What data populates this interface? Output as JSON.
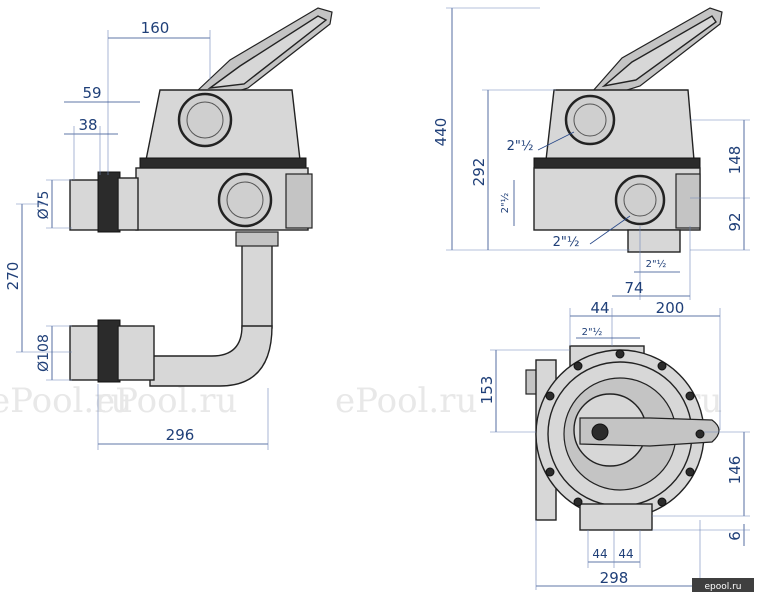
{
  "watermark": {
    "text": "ePool.ru",
    "brand": "epool.ru"
  },
  "side_view": {
    "dim_handle": "160",
    "dim_upper_port": "59",
    "dim_union": "38",
    "dim_top_diameter": "Ø75",
    "dim_vertical_spacing": "270",
    "dim_bottom_diameter": "Ø108",
    "dim_length": "296"
  },
  "front_view": {
    "dim_total_height": "440",
    "dim_port_height": "292",
    "label_upper_port": "2\"½",
    "label_side_port": "2\"½",
    "label_lower_port": "2\"½",
    "label_bottom_port": "2\"½",
    "dim_top_right": "148",
    "dim_bottom_right": "92",
    "dim_offset": "74"
  },
  "top_view": {
    "dim_left_offset": "44",
    "dim_right_width": "200",
    "label_port": "2\"½",
    "dim_left_height": "153",
    "dim_right_height": "146",
    "dim_bottom_gap": "6",
    "dim_bottom_left": "44",
    "dim_bottom_right": "44",
    "dim_total_width": "298"
  }
}
